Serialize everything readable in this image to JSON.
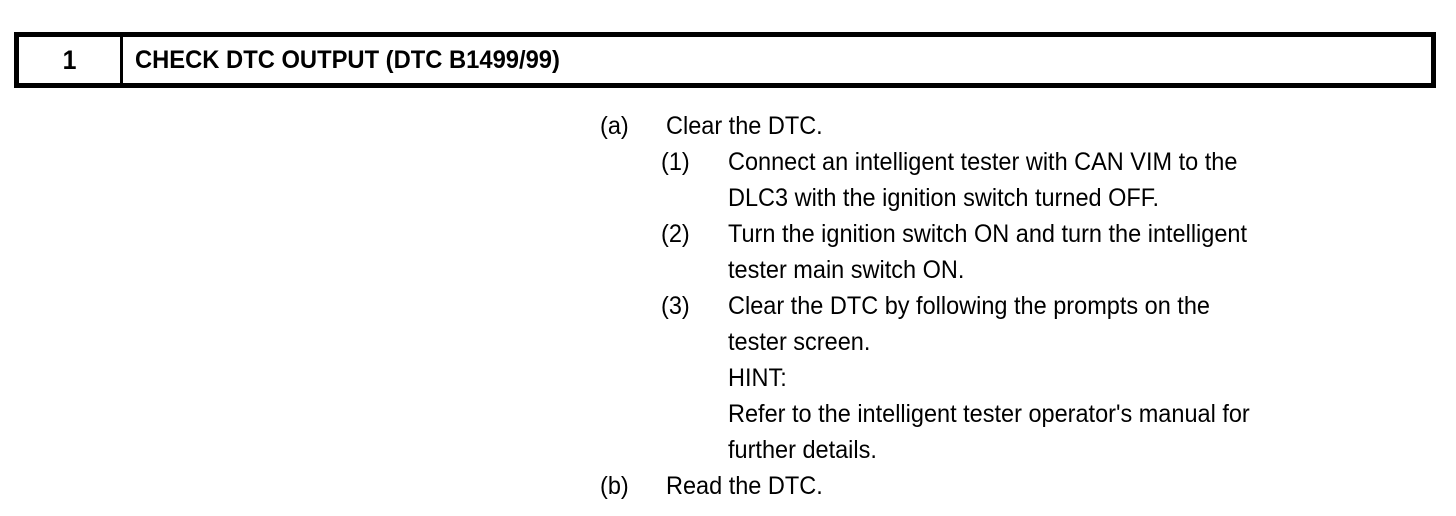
{
  "step": {
    "number": "1",
    "title": "CHECK DTC OUTPUT (DTC B1499/99)"
  },
  "procedure": [
    {
      "marker": "(a)",
      "lines": [
        "Clear the DTC."
      ],
      "children": [
        {
          "marker": "(1)",
          "lines": [
            "Connect an intelligent tester with CAN VIM to the",
            "DLC3 with the ignition switch turned OFF."
          ]
        },
        {
          "marker": "(2)",
          "lines": [
            "Turn the ignition switch ON and turn the intelligent",
            "tester main switch ON."
          ]
        },
        {
          "marker": "(3)",
          "lines": [
            "Clear the DTC by following the prompts on the",
            "tester screen.",
            "HINT:",
            "Refer to the intelligent tester operator's manual for",
            "further details."
          ]
        }
      ]
    },
    {
      "marker": "(b)",
      "lines": [
        "Read the DTC."
      ],
      "children": []
    }
  ],
  "colors": {
    "ink": "#000000",
    "paper": "#ffffff"
  }
}
